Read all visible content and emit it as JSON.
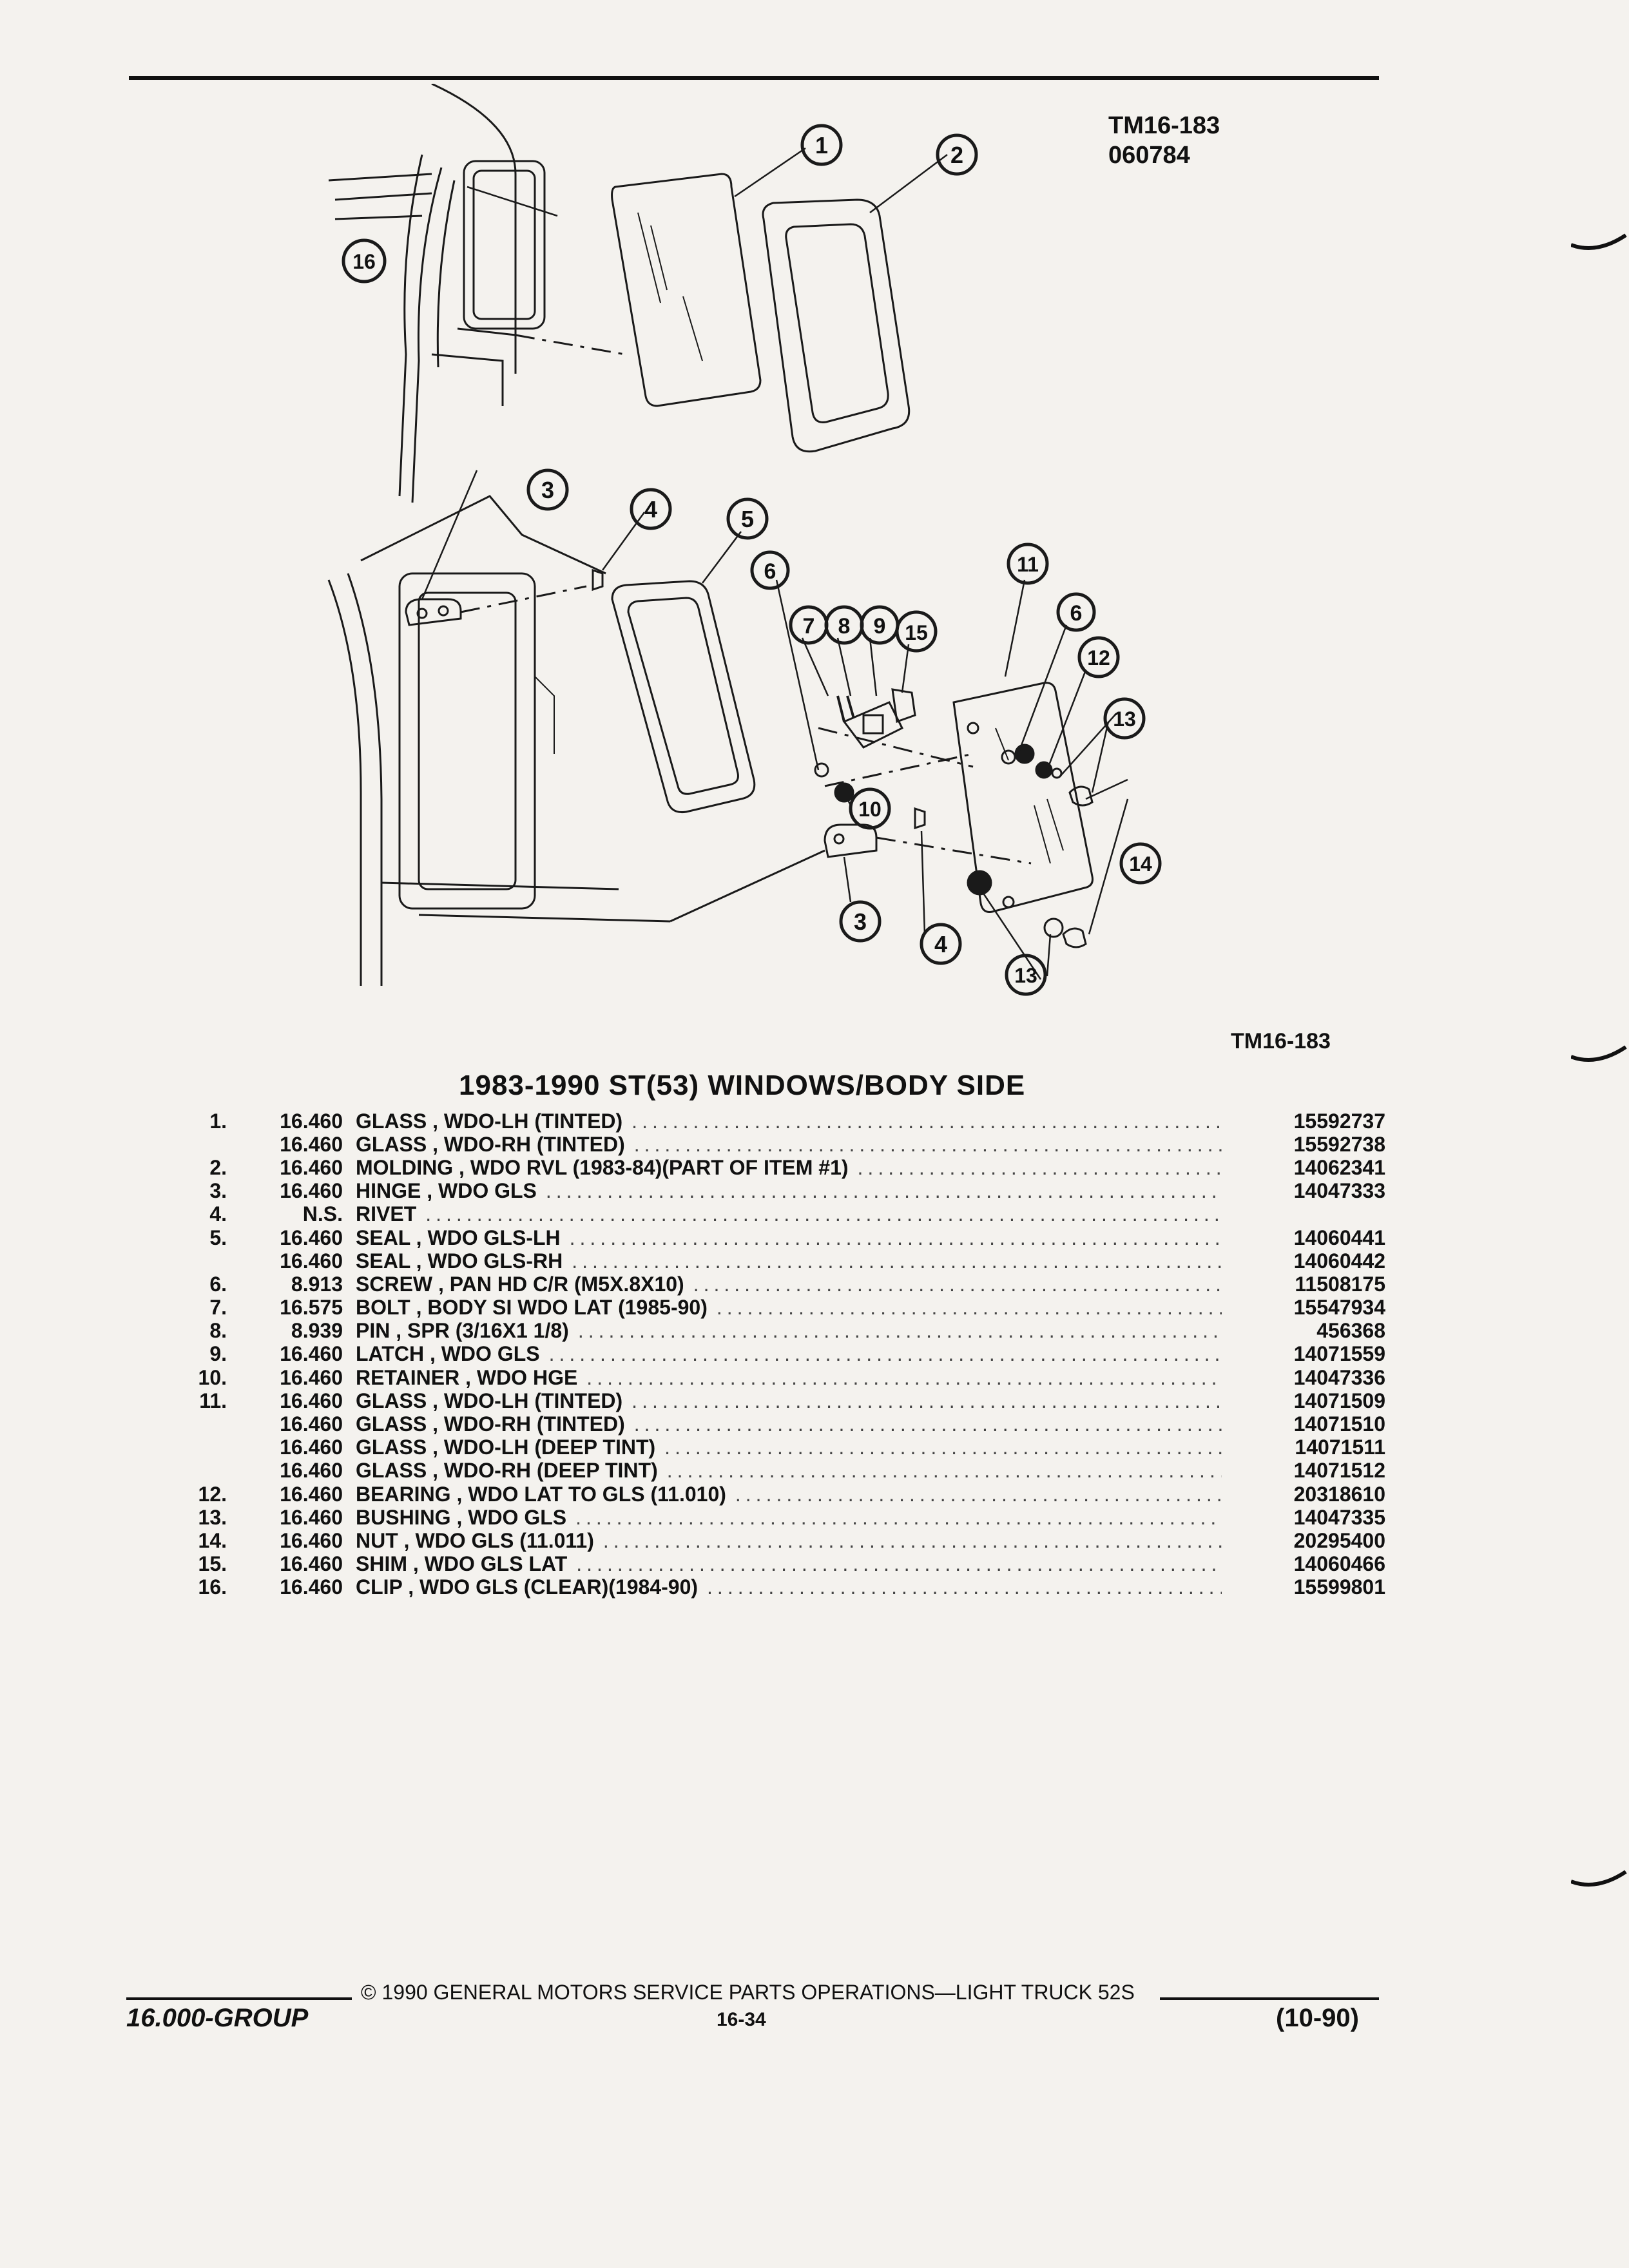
{
  "header": {
    "tm_code": "TM16-183",
    "date_code": "060784"
  },
  "diagram": {
    "tm_code": "TM16-183",
    "callouts": [
      "1",
      "2",
      "3",
      "4",
      "5",
      "6",
      "7",
      "8",
      "9",
      "15",
      "11",
      "6",
      "12",
      "13",
      "10",
      "14",
      "16",
      "3",
      "4",
      "13"
    ]
  },
  "section": {
    "title": "1983-1990 ST(53) WINDOWS/BODY SIDE"
  },
  "parts": [
    {
      "item": "1.",
      "group": "16.460",
      "desc": "GLASS , WDO-LH (TINTED)",
      "part": "15592737"
    },
    {
      "item": "",
      "group": "16.460",
      "desc": "GLASS , WDO-RH (TINTED)",
      "part": "15592738"
    },
    {
      "item": "2.",
      "group": "16.460",
      "desc": "MOLDING , WDO RVL (1983-84)(PART OF ITEM #1)",
      "part": "14062341"
    },
    {
      "item": "3.",
      "group": "16.460",
      "desc": "HINGE , WDO GLS",
      "part": "14047333"
    },
    {
      "item": "4.",
      "group": "N.S.",
      "desc": "RIVET",
      "part": ""
    },
    {
      "item": "5.",
      "group": "16.460",
      "desc": "SEAL , WDO GLS-LH",
      "part": "14060441"
    },
    {
      "item": "",
      "group": "16.460",
      "desc": "SEAL , WDO GLS-RH",
      "part": "14060442"
    },
    {
      "item": "6.",
      "group": "8.913",
      "desc": "SCREW , PAN HD C/R (M5X.8X10)",
      "part": "11508175"
    },
    {
      "item": "7.",
      "group": "16.575",
      "desc": "BOLT , BODY SI WDO LAT (1985-90)",
      "part": "15547934"
    },
    {
      "item": "8.",
      "group": "8.939",
      "desc": "PIN , SPR (3/16X1 1/8)",
      "part": "456368"
    },
    {
      "item": "9.",
      "group": "16.460",
      "desc": "LATCH , WDO GLS",
      "part": "14071559"
    },
    {
      "item": "10.",
      "group": "16.460",
      "desc": "RETAINER , WDO HGE",
      "part": "14047336"
    },
    {
      "item": "11.",
      "group": "16.460",
      "desc": "GLASS , WDO-LH (TINTED)",
      "part": "14071509"
    },
    {
      "item": "",
      "group": "16.460",
      "desc": "GLASS , WDO-RH (TINTED)",
      "part": "14071510"
    },
    {
      "item": "",
      "group": "16.460",
      "desc": "GLASS , WDO-LH (DEEP TINT)",
      "part": "14071511"
    },
    {
      "item": "",
      "group": "16.460",
      "desc": "GLASS , WDO-RH (DEEP TINT)",
      "part": "14071512"
    },
    {
      "item": "12.",
      "group": "16.460",
      "desc": "BEARING , WDO LAT TO GLS (11.010)",
      "part": "20318610"
    },
    {
      "item": "13.",
      "group": "16.460",
      "desc": "BUSHING , WDO GLS",
      "part": "14047335"
    },
    {
      "item": "14.",
      "group": "16.460",
      "desc": "NUT , WDO GLS (11.011)",
      "part": "20295400"
    },
    {
      "item": "15.",
      "group": "16.460",
      "desc": "SHIM , WDO GLS LAT",
      "part": "14060466"
    },
    {
      "item": "16.",
      "group": "16.460",
      "desc": "CLIP , WDO GLS (CLEAR)(1984-90)",
      "part": "15599801"
    }
  ],
  "footer": {
    "copyright": "© 1990 GENERAL MOTORS SERVICE PARTS OPERATIONS—LIGHT TRUCK 52S",
    "group_label": "16.000-GROUP",
    "page_number": "16-34",
    "edition": "(10-90)"
  }
}
